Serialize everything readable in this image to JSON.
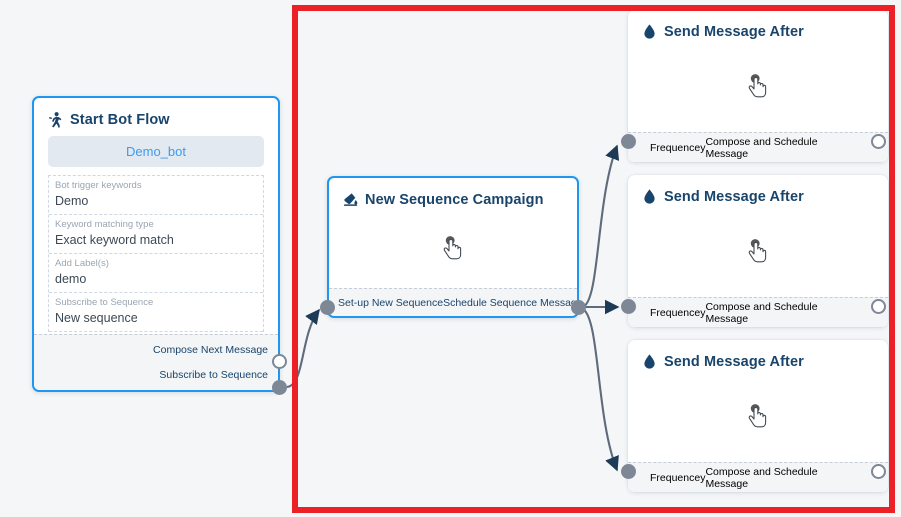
{
  "canvas": {
    "background_color": "#f4f6f8",
    "selection_rect": {
      "color": "#ec2027",
      "name": "selection-highlight"
    }
  },
  "nodes": {
    "start_bot_flow": {
      "title": "Start Bot Flow",
      "icon": "running-person-icon",
      "chip_label": "Demo_bot",
      "fields": [
        {
          "key": "Bot trigger keywords",
          "value": "Demo"
        },
        {
          "key": "Keyword matching type",
          "value": "Exact keyword match"
        },
        {
          "key": "Add Label(s)",
          "value": "demo"
        },
        {
          "key": "Subscribe to Sequence",
          "value": "New sequence"
        }
      ],
      "outputs": [
        {
          "label": "Compose Next Message",
          "port": "hollow"
        },
        {
          "label": "Subscribe to Sequence",
          "port": "filled"
        }
      ]
    },
    "new_sequence_campaign": {
      "title": "New Sequence Campaign",
      "icon": "paint-drop-icon",
      "body_icon": "hand-pointer-icon",
      "input_label": "Set-up New Sequence",
      "output_label": "Schedule Sequence Message",
      "input_port": "filled",
      "output_port": "filled"
    },
    "send_message_cards": [
      {
        "title": "Send Message After",
        "icon": "water-drop-icon",
        "body_icon": "hand-pointer-icon",
        "input_label": "Frequencey",
        "output_label": "Compose and Schedule Message",
        "input_port": "filled",
        "output_port": "hollow"
      },
      {
        "title": "Send Message After",
        "icon": "water-drop-icon",
        "body_icon": "hand-pointer-icon",
        "input_label": "Frequencey",
        "output_label": "Compose and Schedule Message",
        "input_port": "filled",
        "output_port": "hollow"
      },
      {
        "title": "Send Message After",
        "icon": "water-drop-icon",
        "body_icon": "hand-pointer-icon",
        "input_label": "Frequencey",
        "output_label": "Compose and Schedule Message",
        "input_port": "filled",
        "output_port": "hollow"
      }
    ]
  },
  "colors": {
    "node_border_selected": "#1f96ef",
    "edge": "#5f6b7a",
    "port_fill": "#7d8795",
    "header_text": "#19446b",
    "chip_text": "#3d9bf0",
    "chip_bg": "#e2e9f0"
  }
}
